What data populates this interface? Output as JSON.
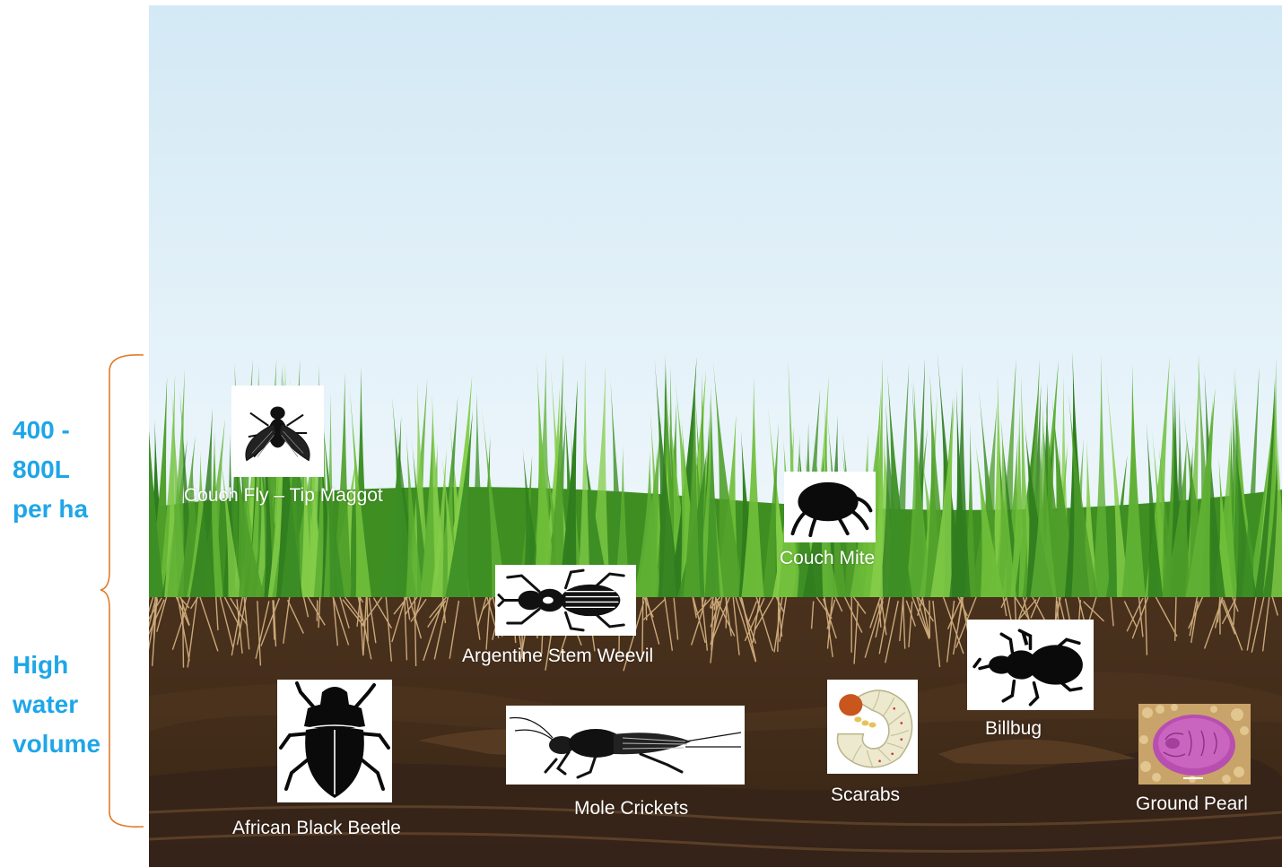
{
  "zones": [
    {
      "id": "foliage",
      "label": "400 -\n800L\nper ha"
    },
    {
      "id": "soil",
      "label": "High\nwater\nvolume"
    }
  ],
  "pests": [
    {
      "id": "couch-fly",
      "label": "Couch Fly – Tip Maggot",
      "icon": "fly-icon"
    },
    {
      "id": "couch-mite",
      "label": "Couch Mite",
      "icon": "mite-icon"
    },
    {
      "id": "argentine-stem-weevil",
      "label": "Argentine Stem Weevil",
      "icon": "weevil-icon"
    },
    {
      "id": "african-black-beetle",
      "label": "African Black Beetle",
      "icon": "beetle-icon"
    },
    {
      "id": "mole-crickets",
      "label": "Mole Crickets",
      "icon": "mole-cricket-icon"
    },
    {
      "id": "scarabs",
      "label": "Scarabs",
      "icon": "scarab-grub-icon"
    },
    {
      "id": "billbug",
      "label": "Billbug",
      "icon": "billbug-icon"
    },
    {
      "id": "ground-pearl",
      "label": "Ground Pearl",
      "icon": "ground-pearl-photo"
    }
  ],
  "colors": {
    "zone_label": "#1ea6e8",
    "bracket": "#e07b2a",
    "sky_top": "#d6ebf6",
    "grass_dark": "#2f7d1e",
    "grass_light": "#6fbe3a",
    "soil": "#3f2a19",
    "roots": "#d9b583",
    "pest_label": "#ffffff"
  }
}
